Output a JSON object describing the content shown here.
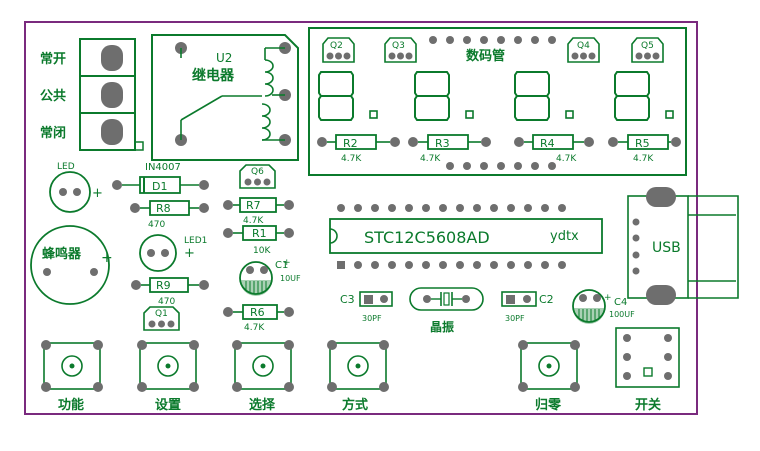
{
  "colors": {
    "board_outline": "#7a2a7e",
    "silk": "#0b7a2c",
    "pad": "#6e6e6e",
    "background": "#ffffff"
  },
  "relay": {
    "terminals": [
      "常开",
      "公共",
      "常闭"
    ],
    "name": "U2",
    "title": "继电器"
  },
  "display": {
    "title": "数码管",
    "transistors": [
      "Q2",
      "Q3",
      "Q4",
      "Q5"
    ],
    "resistors": [
      "R2",
      "R3",
      "R4",
      "R5"
    ],
    "resistor_value": "4.7K"
  },
  "left": {
    "led_label": "LED",
    "diode_type": "IN4007",
    "diode": "D1",
    "r8": "R8",
    "r8_value": "470",
    "buzzer": "蜂鸣器",
    "plus": "+",
    "led1_label": "LED1",
    "r9": "R9",
    "r9_value": "470",
    "q1": "Q1"
  },
  "middle": {
    "q6": "Q6",
    "r7": "R7",
    "r7_value": "4.7K",
    "r1": "R1",
    "r1_value": "10K",
    "c1": "C1",
    "c1_value": "10UF",
    "r6": "R6",
    "r6_value": "4.7K"
  },
  "mcu": {
    "part": "STC12C5608AD",
    "brand": "ydtx"
  },
  "usb": {
    "label": "USB"
  },
  "crystal": {
    "c3": "C3",
    "c3_value": "30PF",
    "label": "晶振",
    "c2": "C2",
    "c2_value": "30PF",
    "c4": "C4",
    "c4_value": "100UF"
  },
  "buttons": [
    "功能",
    "设置",
    "选择",
    "方式",
    "归零"
  ],
  "switch": {
    "label": "开关"
  }
}
